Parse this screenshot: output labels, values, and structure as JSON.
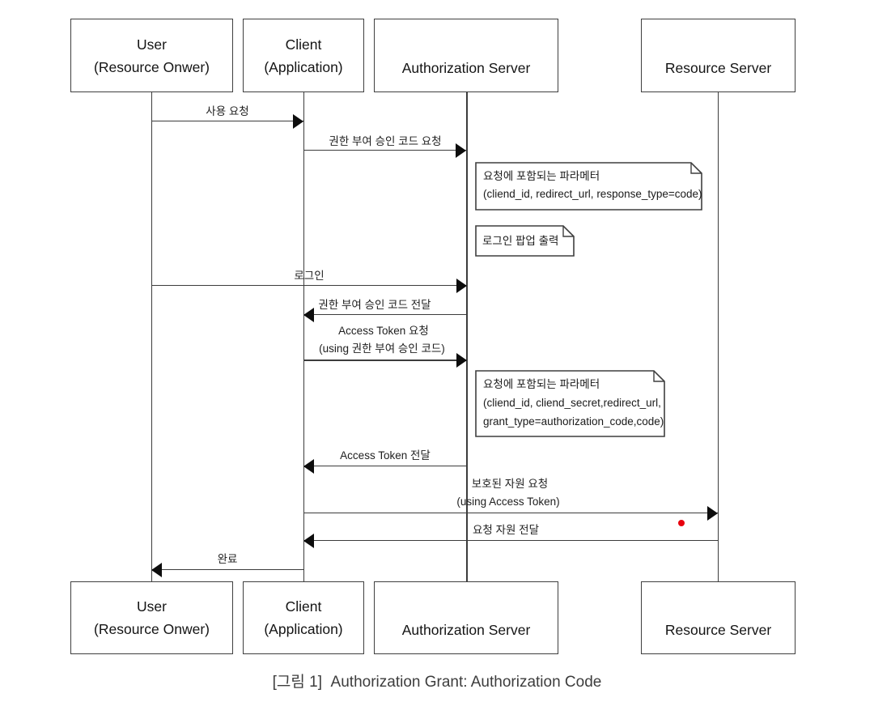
{
  "figure": {
    "caption": "[그림 1]  Authorization Grant: Authorization Code"
  },
  "actors": [
    {
      "id": "user",
      "lines": [
        "User",
        "(Resource Onwer)"
      ]
    },
    {
      "id": "client",
      "lines": [
        "Client",
        "(Application)"
      ]
    },
    {
      "id": "auth_server",
      "lines": [
        "Authorization Server"
      ]
    },
    {
      "id": "resource_server",
      "lines": [
        "Resource Server"
      ]
    }
  ],
  "messages": [
    {
      "from": "user",
      "to": "client",
      "label": "사용 요청"
    },
    {
      "from": "client",
      "to": "auth_server",
      "label": "권한 부여 승인 코드 요청"
    },
    {
      "from": "user",
      "to": "auth_server",
      "label": "로그인"
    },
    {
      "from": "auth_server",
      "to": "client",
      "label": "권한 부여 승인 코드 전달"
    },
    {
      "from": "client",
      "to": "auth_server",
      "label": "Access Token 요청",
      "sublabel": "(using 권한 부여 승인 코드)"
    },
    {
      "from": "auth_server",
      "to": "client",
      "label": "Access Token 전달"
    },
    {
      "from": "client",
      "to": "resource_server",
      "label": "보호된 자원 요청",
      "sublabel": "(using Access Token)"
    },
    {
      "from": "resource_server",
      "to": "client",
      "label": "요청 자원 전달"
    },
    {
      "from": "client",
      "to": "user",
      "label": "완료"
    }
  ],
  "notes": [
    {
      "lines": [
        "요청에 포함되는 파라메터",
        "(cliend_id, redirect_url, response_type=code)"
      ]
    },
    {
      "lines": [
        "로그인 팝업 출력"
      ]
    },
    {
      "lines": [
        "요청에 포함되는 파라메터",
        "(cliend_id, cliend_secret,redirect_url,",
        "grant_type=authorization_code,code)"
      ]
    }
  ],
  "colors": {
    "line": "#3c3c3c",
    "arrowhead": "#0d0d0d",
    "text": "#1a1a1a",
    "red_dot": "#e8000d",
    "caption_text": "#3d3d3d",
    "background": "#ffffff"
  }
}
